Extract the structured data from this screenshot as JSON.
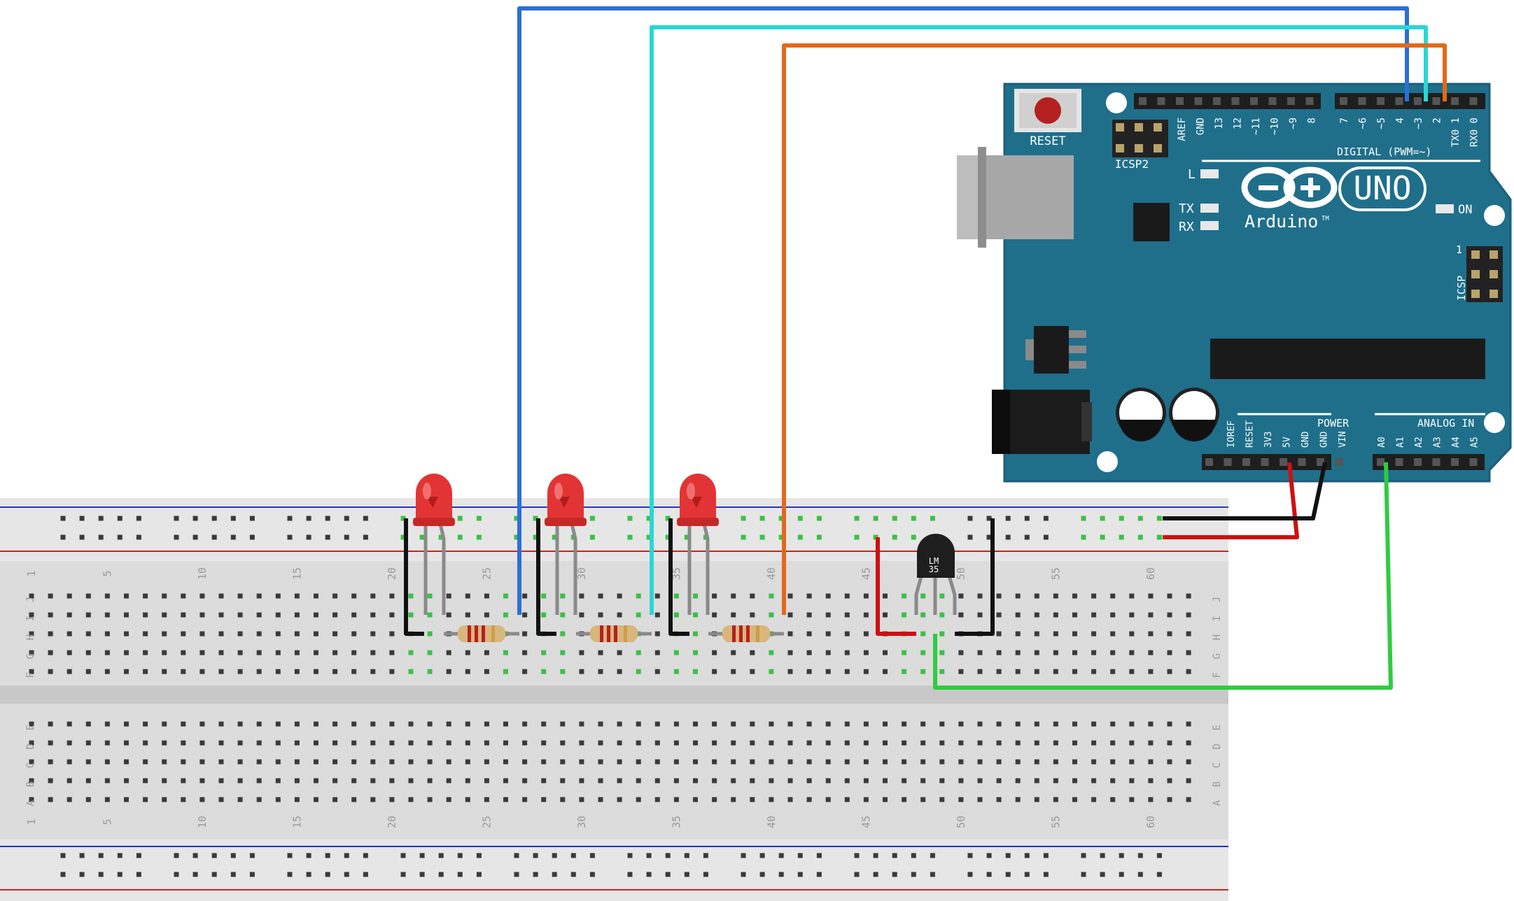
{
  "arduino": {
    "reset_label": "RESET",
    "icsp2_label": "ICSP2",
    "icsp_label": "ICSP",
    "icsp_pin1": "1",
    "brand": "Arduino",
    "tm": "TM",
    "model": "UNO",
    "led_l": "L",
    "led_tx": "TX",
    "led_rx": "RX",
    "led_on": "ON",
    "digital_label": "DIGITAL (PWM=~)",
    "power_label": "POWER",
    "analog_label": "ANALOG IN",
    "digital_pins_left": [
      "AREF",
      "GND",
      "13",
      "12",
      "~11",
      "~10",
      "~9",
      "8"
    ],
    "digital_pins_right": [
      "7",
      "~6",
      "~5",
      "4",
      "~3",
      "2",
      "TX0 1",
      "RX0 0"
    ],
    "power_pins": [
      "IOREF",
      "RESET",
      "3V3",
      "5V",
      "GND",
      "GND",
      "VIN"
    ],
    "analog_pins": [
      "A0",
      "A1",
      "A2",
      "A3",
      "A4",
      "A5"
    ],
    "colors": {
      "board": "#1f6f8b",
      "board_edge": "#1a5f77"
    }
  },
  "breadboard": {
    "column_numbers": [
      "1",
      "5",
      "10",
      "15",
      "20",
      "25",
      "30",
      "35",
      "40",
      "45",
      "50",
      "55",
      "60"
    ],
    "top_row_letters": [
      "J",
      "I",
      "H",
      "G",
      "F"
    ],
    "bottom_row_letters": [
      "E",
      "D",
      "C",
      "B",
      "A"
    ]
  },
  "sensor": {
    "label_line1": "LM",
    "label_line2": "35"
  },
  "wire_colors": {
    "blue": "#2b6fd6",
    "cyan": "#2ad6d6",
    "orange": "#e3691a",
    "green": "#2ecc40",
    "red": "#cc1111",
    "black": "#111111"
  },
  "icons": [
    "reset-button-icon",
    "led-icon",
    "resistor-icon",
    "temperature-sensor-icon",
    "usb-port-icon",
    "power-jack-icon"
  ]
}
